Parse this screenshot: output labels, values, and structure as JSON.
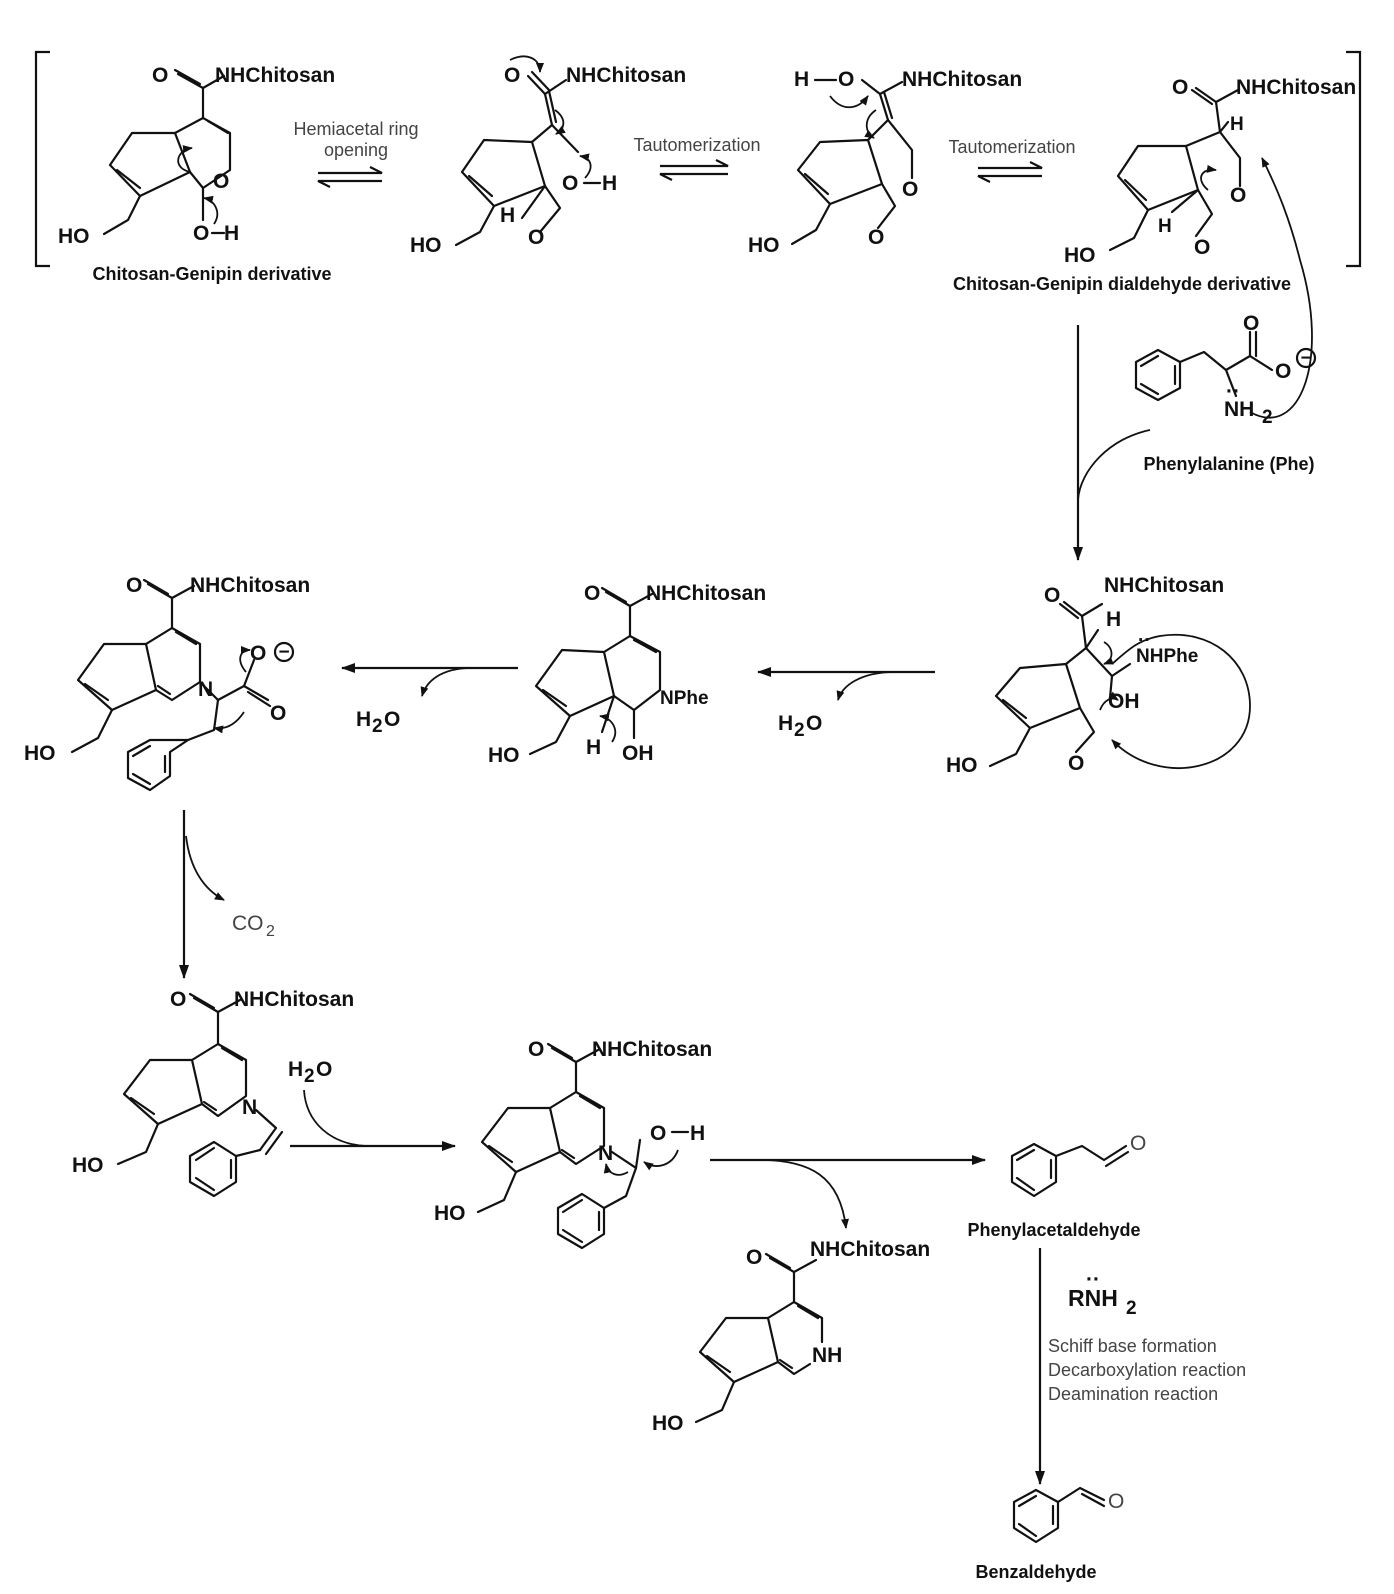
{
  "labels": {
    "nhchitosan": "NHChitosan",
    "ho": "HO",
    "o": "O",
    "h": "H",
    "n": "N",
    "nh": "NH",
    "nphe": "NPhe",
    "nhphe": "NHPhe",
    "oh": "OH",
    "nh2": "NH",
    "ominus": "O",
    "h2o_h": "H",
    "h2o_o": "O",
    "co2_c": "CO",
    "rnh2": "RNH",
    "sub2": "2",
    "lone_pair": "··",
    "minus": "−"
  },
  "captions": {
    "chitosan_genipin": "Chitosan-Genipin derivative",
    "dialdehyde": "Chitosan-Genipin dialdehyde derivative",
    "phenylalanine": "Phenylalanine (Phe)",
    "phenylacetaldehyde": "Phenylacetaldehyde",
    "benzaldehyde": "Benzaldehyde"
  },
  "arrow_labels": {
    "hemiacetal_line1": "Hemiacetal ring",
    "hemiacetal_line2": "opening",
    "tautomerization_1": "Tautomerization",
    "tautomerization_2": "Tautomerization"
  },
  "final_steps": [
    "Schiff base formation",
    "Decarboxylation reaction",
    "Deamination reaction"
  ],
  "colors": {
    "ink": "#111111",
    "note_text": "#444444",
    "background": "#ffffff"
  }
}
